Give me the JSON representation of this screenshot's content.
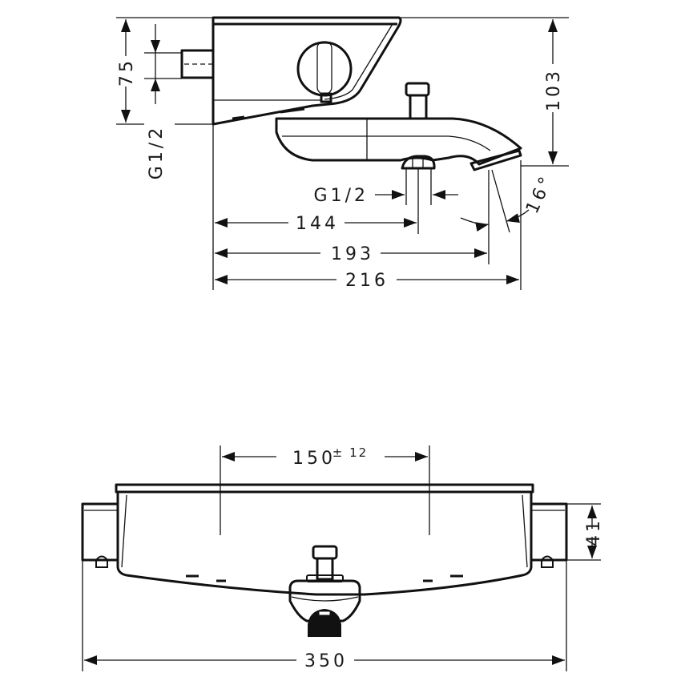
{
  "drawing": {
    "type": "technical dimension drawing",
    "subject": "thermostatic bath mixer",
    "side_view": {
      "dimensions": {
        "height_inlet": "75",
        "inlet_thread": "G1/2",
        "total_height": "103",
        "outlet_thread": "G1/2",
        "outlet_position": "144",
        "spout_reach": "193",
        "total_depth": "216",
        "spout_angle": "16°"
      }
    },
    "front_view": {
      "dimensions": {
        "connection_spacing": "150",
        "connection_tolerance": "± 12",
        "connection_height": "41",
        "total_width": "350"
      }
    }
  },
  "colors": {
    "line": "#111111",
    "background": "#ffffff"
  }
}
